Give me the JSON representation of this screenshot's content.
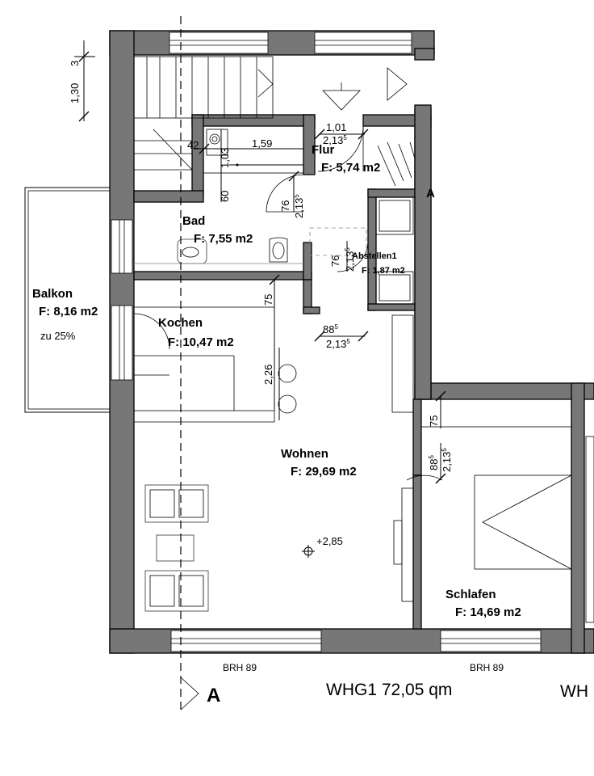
{
  "plan": {
    "unit_label": "WHG1  72,05 qm",
    "unit_label_cut": "WH",
    "section_marker": "A",
    "section_marker_cut": "A",
    "level_marker": "+2,85",
    "sill_labels": [
      "BRH 89",
      "BRH 89"
    ]
  },
  "rooms": {
    "flur": {
      "name": "Flur",
      "area": "F: 5,74 m2"
    },
    "bad": {
      "name": "Bad",
      "area": "F: 7,55 m2"
    },
    "abstellen": {
      "name": "Abstellen1",
      "area": "F: 1,87 m2"
    },
    "balkon": {
      "name": "Balkon",
      "area": "F: 8,16 m2",
      "note": "zu 25%"
    },
    "kochen": {
      "name": "Kochen",
      "area": "F: 10,47 m2"
    },
    "wohnen": {
      "name": "Wohnen",
      "area": "F: 29,69 m2"
    },
    "schlafen": {
      "name": "Schlafen",
      "area": "F: 14,69 m2"
    }
  },
  "dimensions": {
    "stair_130": "1,30",
    "stair_3": "3",
    "bad_42": "42",
    "bad_159": "1,59",
    "bad_103": "1,03",
    "bad_60": "60",
    "flur_101": "1,01",
    "flur_213": "2,13",
    "flur_213_sup": "5",
    "bad_door_76": "76",
    "bad_door_213": "2,13",
    "bad_door_213_sup": "5",
    "abst_76": "76",
    "abst_213": "2,13",
    "abst_213_sup": "5",
    "kochen_75": "75",
    "kochen_226": "2,26",
    "door_88": "88",
    "door_88_sup": "5",
    "door_213": "2,13",
    "door_213_sup": "5",
    "schlafen_75": "75",
    "schlafen_88": "88",
    "schlafen_88_sup": "5",
    "schlafen_213": "2,13",
    "schlafen_213_sup": "5"
  }
}
